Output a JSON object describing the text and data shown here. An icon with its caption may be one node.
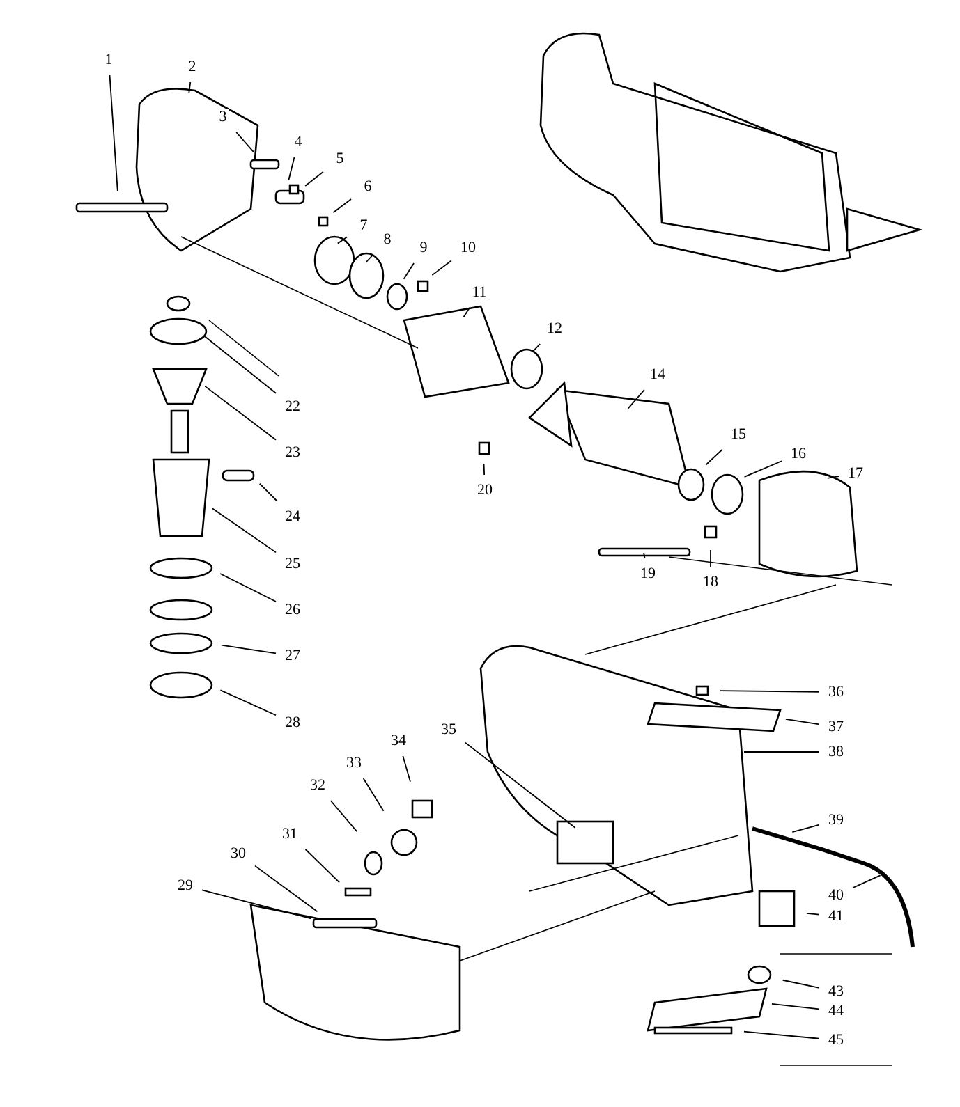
{
  "diagram": {
    "nodes": [
      {
        "text": [
          "1"
        ]
      },
      {
        "text": [
          "2"
        ]
      },
      {
        "text": [
          "3"
        ]
      },
      {
        "text": [
          "4"
        ]
      },
      {
        "text": [
          "5"
        ]
      },
      {
        "text": [
          "6"
        ]
      },
      {
        "text": [
          "7"
        ]
      },
      {
        "text": [
          "8"
        ]
      },
      {
        "text": [
          "9"
        ]
      },
      {
        "text": [
          "10"
        ]
      },
      {
        "text": [
          "11"
        ]
      },
      {
        "text": [
          "12"
        ]
      },
      {
        "text": [
          "14"
        ]
      },
      {
        "text": [
          "15"
        ]
      },
      {
        "text": [
          "16"
        ]
      },
      {
        "text": [
          "17"
        ]
      },
      {
        "text": [
          "18"
        ]
      },
      {
        "text": [
          "19"
        ]
      },
      {
        "text": [
          "20"
        ]
      },
      {
        "text": [
          "22"
        ]
      },
      {
        "text": [
          "23"
        ]
      },
      {
        "text": [
          "24"
        ]
      },
      {
        "text": [
          "25"
        ]
      },
      {
        "text": [
          "26"
        ]
      },
      {
        "text": [
          "27"
        ]
      },
      {
        "text": [
          "28"
        ]
      },
      {
        "text": [
          "29"
        ]
      },
      {
        "text": [
          "30"
        ]
      },
      {
        "text": [
          "31"
        ]
      },
      {
        "text": [
          "32"
        ]
      },
      {
        "text": [
          "33"
        ]
      },
      {
        "text": [
          "34"
        ]
      },
      {
        "text": [
          "35"
        ]
      },
      {
        "text": [
          "36"
        ]
      },
      {
        "text": [
          "37"
        ]
      },
      {
        "text": [
          "38"
        ]
      },
      {
        "text": [
          "39"
        ]
      },
      {
        "text": [
          "40"
        ]
      },
      {
        "text": [
          "41"
        ]
      },
      {
        "text": [
          "43"
        ]
      },
      {
        "text": [
          "44"
        ]
      },
      {
        "text": [
          "45"
        ]
      }
    ],
    "edges": [
      {
        "from": 0,
        "to": null,
        "arrow": "none"
      },
      {
        "from": 1,
        "to": null,
        "arrow": "none"
      },
      {
        "from": 2,
        "to": null,
        "arrow": "none"
      },
      {
        "from": 3,
        "to": null,
        "arrow": "none"
      },
      {
        "from": 4,
        "to": null,
        "arrow": "none"
      },
      {
        "from": 5,
        "to": null,
        "arrow": "none"
      },
      {
        "from": 6,
        "to": null,
        "arrow": "none"
      },
      {
        "from": 7,
        "to": null,
        "arrow": "none"
      },
      {
        "from": 8,
        "to": null,
        "arrow": "none"
      },
      {
        "from": 9,
        "to": null,
        "arrow": "none"
      },
      {
        "from": 10,
        "to": null,
        "arrow": "none"
      },
      {
        "from": 11,
        "to": null,
        "arrow": "none"
      },
      {
        "from": 12,
        "to": null,
        "arrow": "none"
      },
      {
        "from": 13,
        "to": null,
        "arrow": "none"
      },
      {
        "from": 14,
        "to": null,
        "arrow": "none"
      },
      {
        "from": 15,
        "to": null,
        "arrow": "none"
      },
      {
        "from": 16,
        "to": null,
        "arrow": "none"
      },
      {
        "from": 17,
        "to": null,
        "arrow": "none"
      },
      {
        "from": 18,
        "to": null,
        "arrow": "none"
      },
      {
        "from": 19,
        "to": null,
        "arrow": "none"
      },
      {
        "from": 20,
        "to": null,
        "arrow": "none"
      },
      {
        "from": 21,
        "to": null,
        "arrow": "none"
      },
      {
        "from": 22,
        "to": null,
        "arrow": "none"
      },
      {
        "from": 23,
        "to": null,
        "arrow": "none"
      },
      {
        "from": 24,
        "to": null,
        "arrow": "none"
      },
      {
        "from": 25,
        "to": null,
        "arrow": "none"
      },
      {
        "from": 26,
        "to": null,
        "arrow": "none"
      },
      {
        "from": 27,
        "to": null,
        "arrow": "none"
      },
      {
        "from": 28,
        "to": null,
        "arrow": "none"
      },
      {
        "from": 29,
        "to": null,
        "arrow": "none"
      },
      {
        "from": 30,
        "to": null,
        "arrow": "none"
      },
      {
        "from": 31,
        "to": null,
        "arrow": "none"
      },
      {
        "from": 32,
        "to": null,
        "arrow": "none"
      },
      {
        "from": 33,
        "to": null,
        "arrow": "none"
      },
      {
        "from": 34,
        "to": null,
        "arrow": "none"
      },
      {
        "from": 35,
        "to": null,
        "arrow": "none"
      },
      {
        "from": 36,
        "to": null,
        "arrow": "none"
      },
      {
        "from": 37,
        "to": null,
        "arrow": "none"
      },
      {
        "from": 38,
        "to": null,
        "arrow": "none"
      },
      {
        "from": 39,
        "to": null,
        "arrow": "none"
      },
      {
        "from": 40,
        "to": null,
        "arrow": "none"
      },
      {
        "from": 41,
        "to": null,
        "arrow": "none"
      }
    ]
  }
}
